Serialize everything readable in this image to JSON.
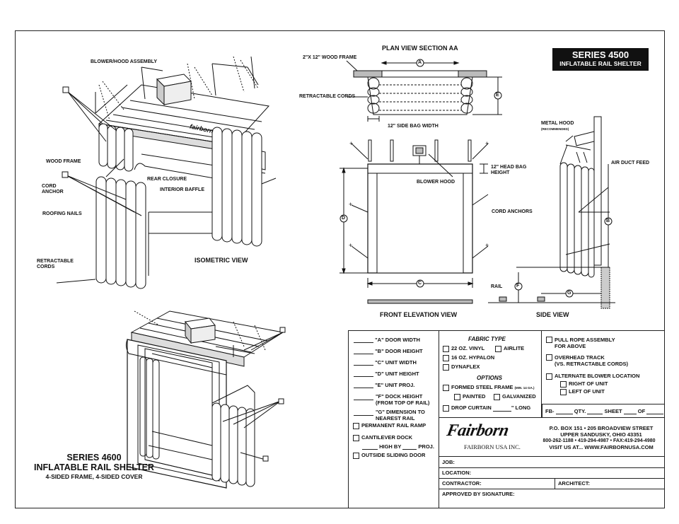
{
  "iso": {
    "blower_hood_assembly": "BLOWER/HOOD ASSEMBLY",
    "wood_frame": "WOOD FRAME",
    "rear_closure": "REAR CLOSURE",
    "interior_baffle": "INTERIOR BAFFLE",
    "cord_anchor": "CORD\nANCHOR",
    "roofing_nails": "ROOFING NAILS",
    "retractable_cords": "RETRACTABLE\nCORDS",
    "view_title": "ISOMETRIC VIEW",
    "brand_on_unit": "fairborn"
  },
  "plan": {
    "title": "PLAN VIEW SECTION AA",
    "wood_frame": "2\"X 12\" WOOD FRAME",
    "retractable_cords": "RETRACTABLE CORDS",
    "side_bag": "12\" SIDE BAG WIDTH",
    "dim_a": "A",
    "dim_e": "E"
  },
  "front": {
    "head_bag": "12\" HEAD BAG\nHEIGHT",
    "blower_hood": "BLOWER HOOD",
    "cord_anchors": "CORD ANCHORS",
    "dim_d": "D",
    "dim_c": "C",
    "title": "FRONT ELEVATION VIEW"
  },
  "side": {
    "metal_hood": "METAL HOOD",
    "recommended": "(RECOMMENDED)",
    "air_duct": "AIR DUCT FEED",
    "rail": "RAIL",
    "dim_b": "B",
    "dim_f": "F",
    "dim_g": "G",
    "title": "SIDE VIEW"
  },
  "series4500": {
    "line1": "SERIES 4500",
    "line2": "INFLATABLE RAIL SHELTER"
  },
  "series4600": {
    "line1": "SERIES 4600",
    "line2": "INFLATABLE RAIL SHELTER",
    "line3": "4-SIDED FRAME, 4-SIDED COVER"
  },
  "form": {
    "dims": [
      "\"A\" DOOR WIDTH",
      "\"B\" DOOR HEIGHT",
      "\"C\" UNIT WIDTH",
      "\"D\" UNIT HEIGHT",
      "\"E\" UNIT PROJ.",
      "\"F\" DOCK HEIGHT\n(FROM TOP OF RAIL)",
      "\"G\" DIMENSION TO\nNEAREST RAIL"
    ],
    "permanent_ramp": "PERMANENT RAIL RAMP",
    "cantilever": "CANTILEVER DOCK",
    "high_by": "HIGH BY",
    "proj": "PROJ.",
    "outside_door": "OUTSIDE SLIDING DOOR",
    "fabric_type": "FABRIC TYPE",
    "vinyl": "22 OZ. VINYL",
    "airlite": "AIRLITE",
    "hypalon": "16 OZ. HYPALON",
    "dynaflex": "DYNAFLEX",
    "options": "OPTIONS",
    "formed_steel": "FORMED STEEL FRAME",
    "min_ga": "(MIN. 14 GA.)",
    "painted": "PAINTED",
    "galvanized": "GALVANIZED",
    "drop_curtain": "DROP CURTAIN",
    "long": "\" LONG",
    "pull_rope": "PULL ROPE ASSEMBLY\nFOR ABOVE",
    "overhead_track": "OVERHEAD TRACK\n(VS. RETRACTABLE CORDS)",
    "alt_blower": "ALTERNATE BLOWER LOCATION",
    "right_of_unit": "RIGHT OF UNIT",
    "left_of_unit": "LEFT OF UNIT",
    "fb": "FB-",
    "qty": "QTY.",
    "sheet": "SHEET",
    "of": "OF"
  },
  "company": {
    "logo": "Fairborn",
    "name": "FAIRBORN USA INC.",
    "address1": "P.O. BOX 151  •  205 BROADVIEW STREET",
    "address2": "UPPER SANDUSKY, OHIO 43351",
    "phones": "800-262-1188  •  419-294-4987  •  FAX:419-294-4980",
    "web": "VISIT US AT... WWW.FAIRBORNUSA.COM"
  },
  "title_block": {
    "job": "JOB:",
    "location": "LOCATION:",
    "contractor": "CONTRACTOR:",
    "architect": "ARCHITECT:",
    "approved": "APPROVED BY SIGNATURE:"
  }
}
